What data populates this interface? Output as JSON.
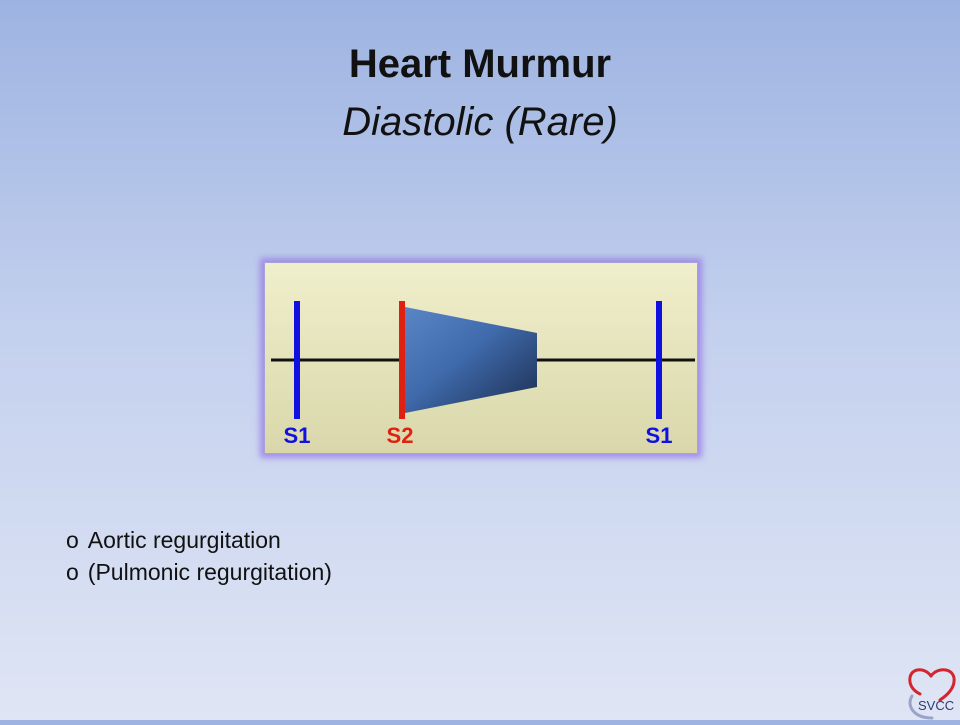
{
  "slide": {
    "title": "Heart Murmur",
    "subtitle": "Diastolic (Rare)"
  },
  "diagram": {
    "labels": {
      "s1_left": "S1",
      "s2": "S2",
      "s1_right": "S1"
    },
    "colors": {
      "s1": "#1010e0",
      "s2": "#e02010",
      "murmur_light": "#5a86c8",
      "murmur_dark": "#1c2d4e",
      "baseline": "#111111"
    }
  },
  "bullets": {
    "bullet_glyph": "o",
    "items": [
      "Aortic regurgitation",
      "(Pulmonic regurgitation)"
    ]
  },
  "logo": {
    "text": "SVCC",
    "icon": "heart-icon"
  }
}
